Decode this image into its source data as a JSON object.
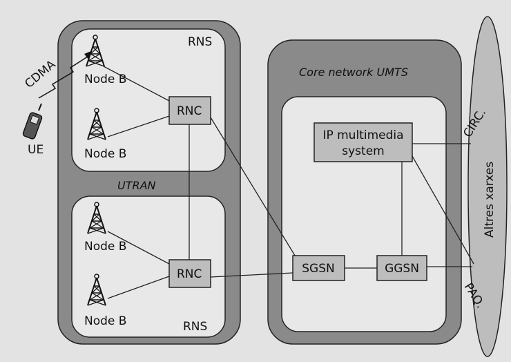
{
  "diagram": {
    "core_title": "Core network UMTS",
    "utran_label": "UTRAN",
    "rns_top_label": "RNS",
    "rns_bottom_label": "RNS",
    "external_networks_label": "Altres xarxes",
    "circ_label": "CIRC.",
    "paq_label": "PAQ.",
    "cdma_label": "CDMA",
    "ue_label": "UE",
    "node_b_labels": [
      "Node B",
      "Node B",
      "Node B",
      "Node B"
    ],
    "rnc_top_label": "RNC",
    "rnc_bottom_label": "RNC",
    "ims_line1": "IP multimedia",
    "ims_line2": "system",
    "sgsn_label": "SGSN",
    "ggsn_label": "GGSN"
  },
  "colors": {
    "background": "#e3e3e3",
    "outer_region": "#8a8a8a",
    "inner_panel": "#e8e8e8",
    "box_fill": "#bdbdbd",
    "lines": "#222222"
  }
}
